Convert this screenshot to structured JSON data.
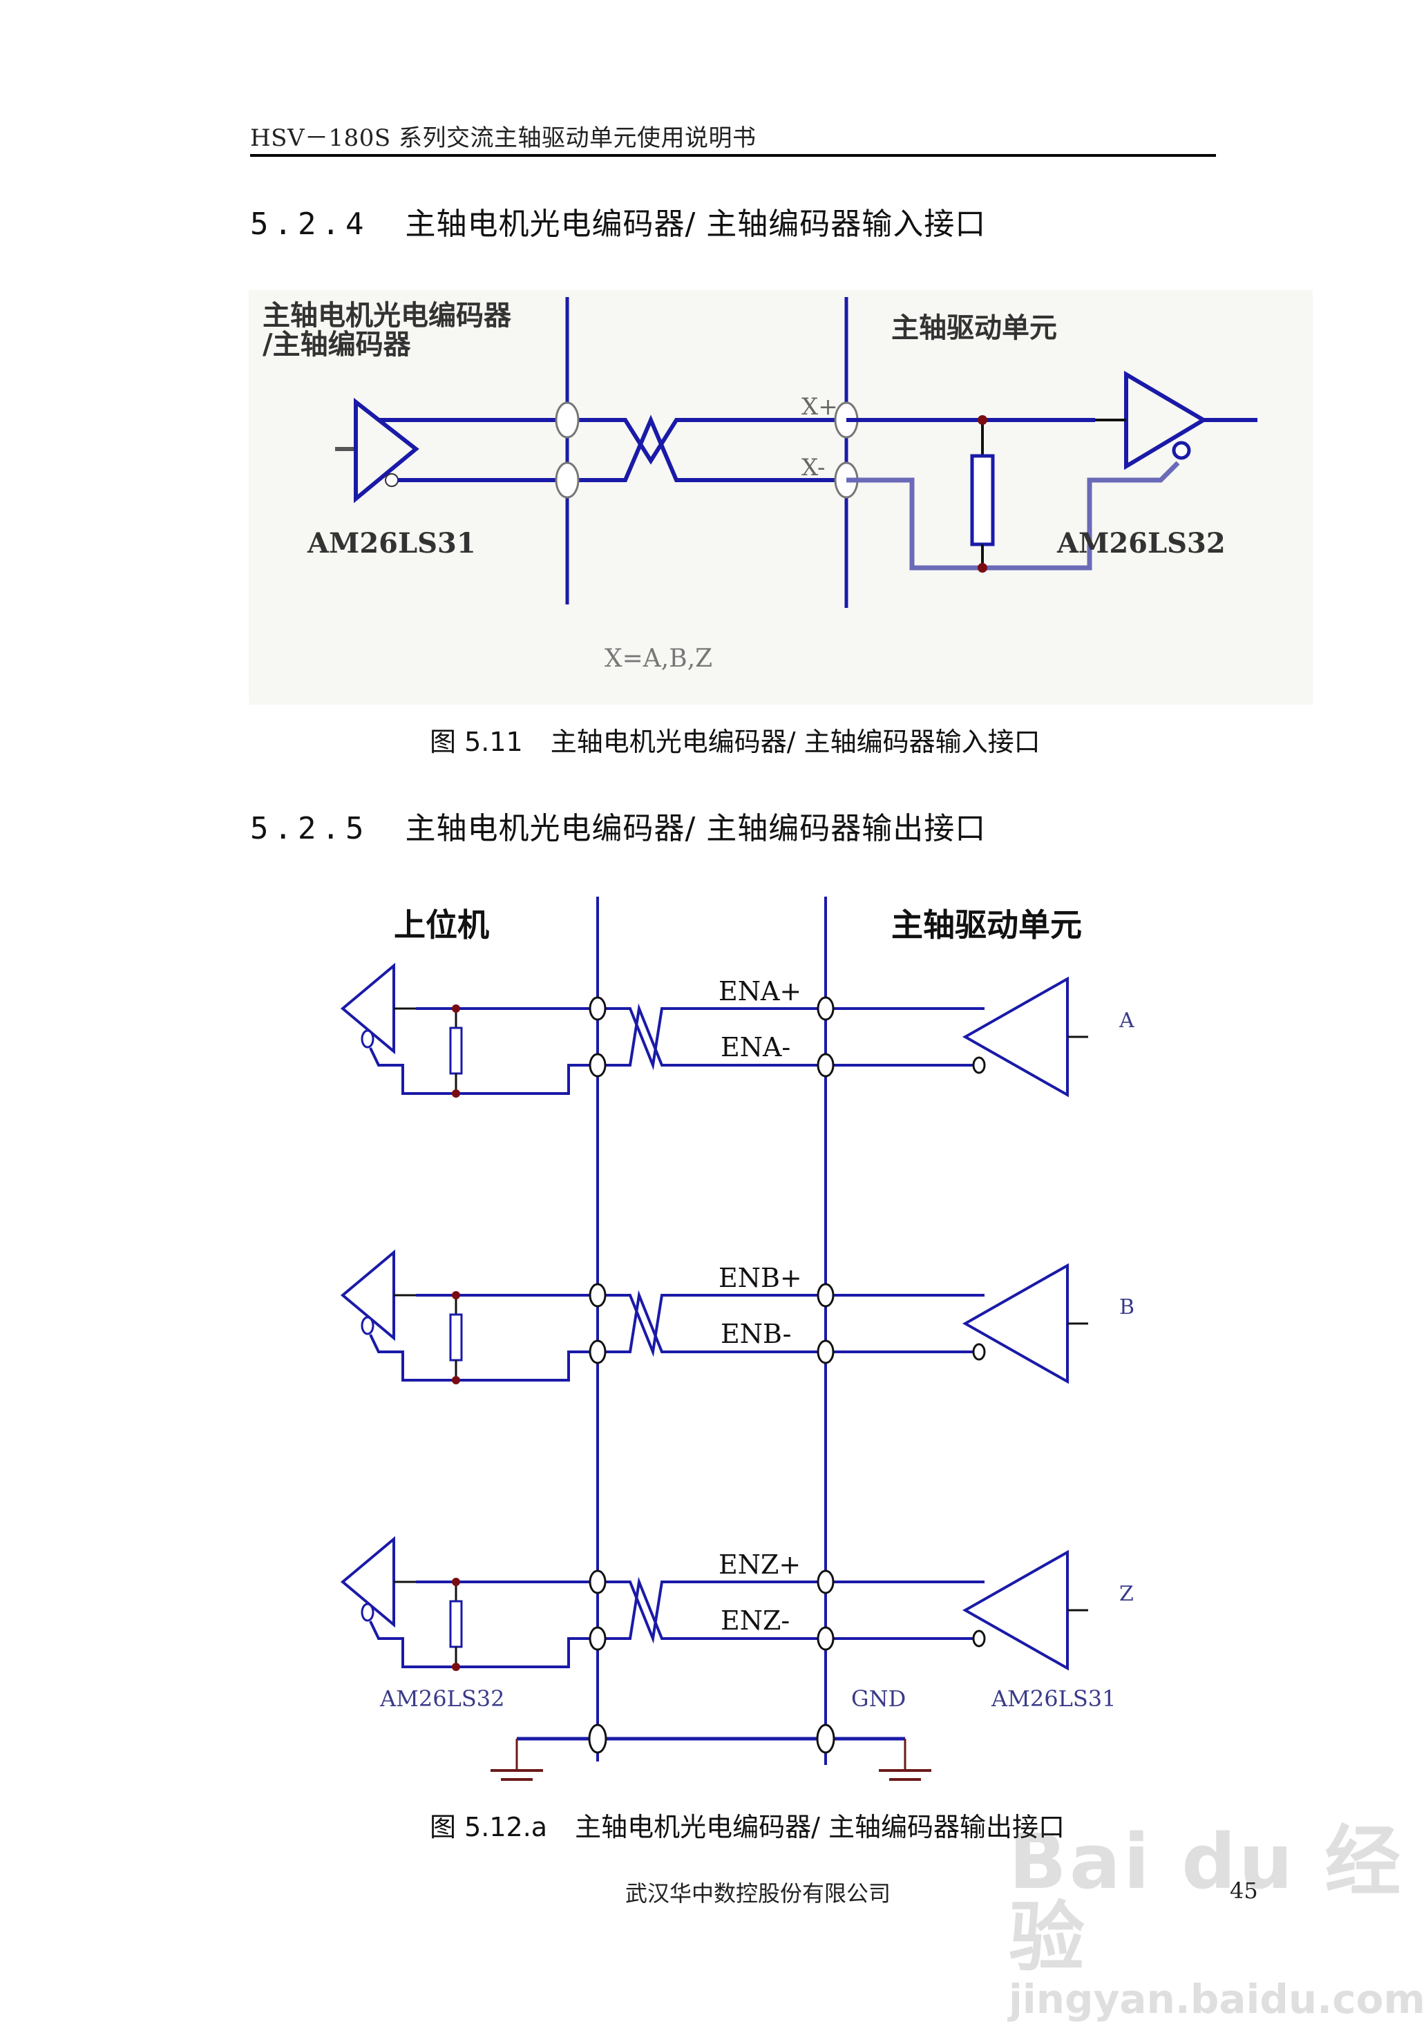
{
  "header": {
    "title": "HSV－180S 系列交流主轴驱动单元使用说明书"
  },
  "section_524": {
    "number": "5.2.4",
    "title": "主轴电机光电编码器/ 主轴编码器输入接口"
  },
  "figure_511": {
    "left_label_line1": "主轴电机光电编码器",
    "left_label_line2": "/主轴编码器",
    "right_label": "主轴驱动单元",
    "signal_plus": "X+",
    "signal_minus": "X-",
    "driver_chip": "AM26LS31",
    "receiver_chip": "AM26LS32",
    "note": "X=A,B,Z",
    "caption_number": "图 5.11",
    "caption_text": "主轴电机光电编码器/ 主轴编码器输入接口"
  },
  "section_525": {
    "number": "5.2.5",
    "title": "主轴电机光电编码器/ 主轴编码器输出接口"
  },
  "figure_512a": {
    "left_label": "上位机",
    "right_label": "主轴驱动单元",
    "channels": [
      {
        "name": "A",
        "plus": "ENA+",
        "minus": "ENA-"
      },
      {
        "name": "B",
        "plus": "ENB+",
        "minus": "ENB-"
      },
      {
        "name": "Z",
        "plus": "ENZ+",
        "minus": "ENZ-"
      }
    ],
    "receiver_chip": "AM26LS32",
    "driver_chip": "AM26LS31",
    "gnd_label": "GND",
    "caption_number": "图 5.12.a",
    "caption_text": "主轴电机光电编码器/ 主轴编码器输出接口"
  },
  "footer": {
    "company": "武汉华中数控股份有限公司",
    "page_number": "45"
  },
  "watermark": {
    "brand": "Bai du 经验",
    "url": "jingyan.baidu.com"
  },
  "colors": {
    "wire": "#1a1aa8",
    "junction": "#7a0d12",
    "ground": "#6b1a1a",
    "fig1_bg": "#f7f7f3"
  }
}
